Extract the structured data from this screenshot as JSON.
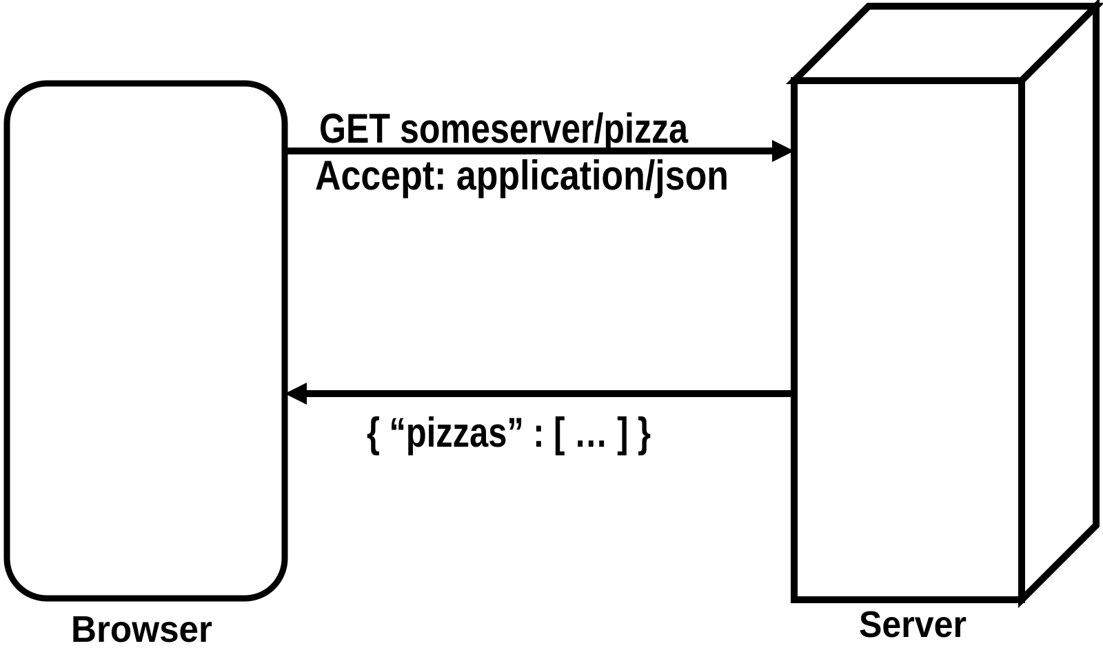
{
  "diagram": {
    "background_color": "#ffffff",
    "stroke_color": "#000000",
    "nodes": {
      "browser": {
        "label": "Browser",
        "shape": "rounded-rectangle"
      },
      "server": {
        "label": "Server",
        "shape": "3d-box"
      }
    },
    "messages": {
      "request": {
        "from": "Browser",
        "to": "Server",
        "line1": "GET someserver/pizza",
        "line2": "Accept: application/json"
      },
      "response": {
        "from": "Server",
        "to": "Browser",
        "body": "{ “pizzas” : [ … ] }"
      }
    }
  }
}
